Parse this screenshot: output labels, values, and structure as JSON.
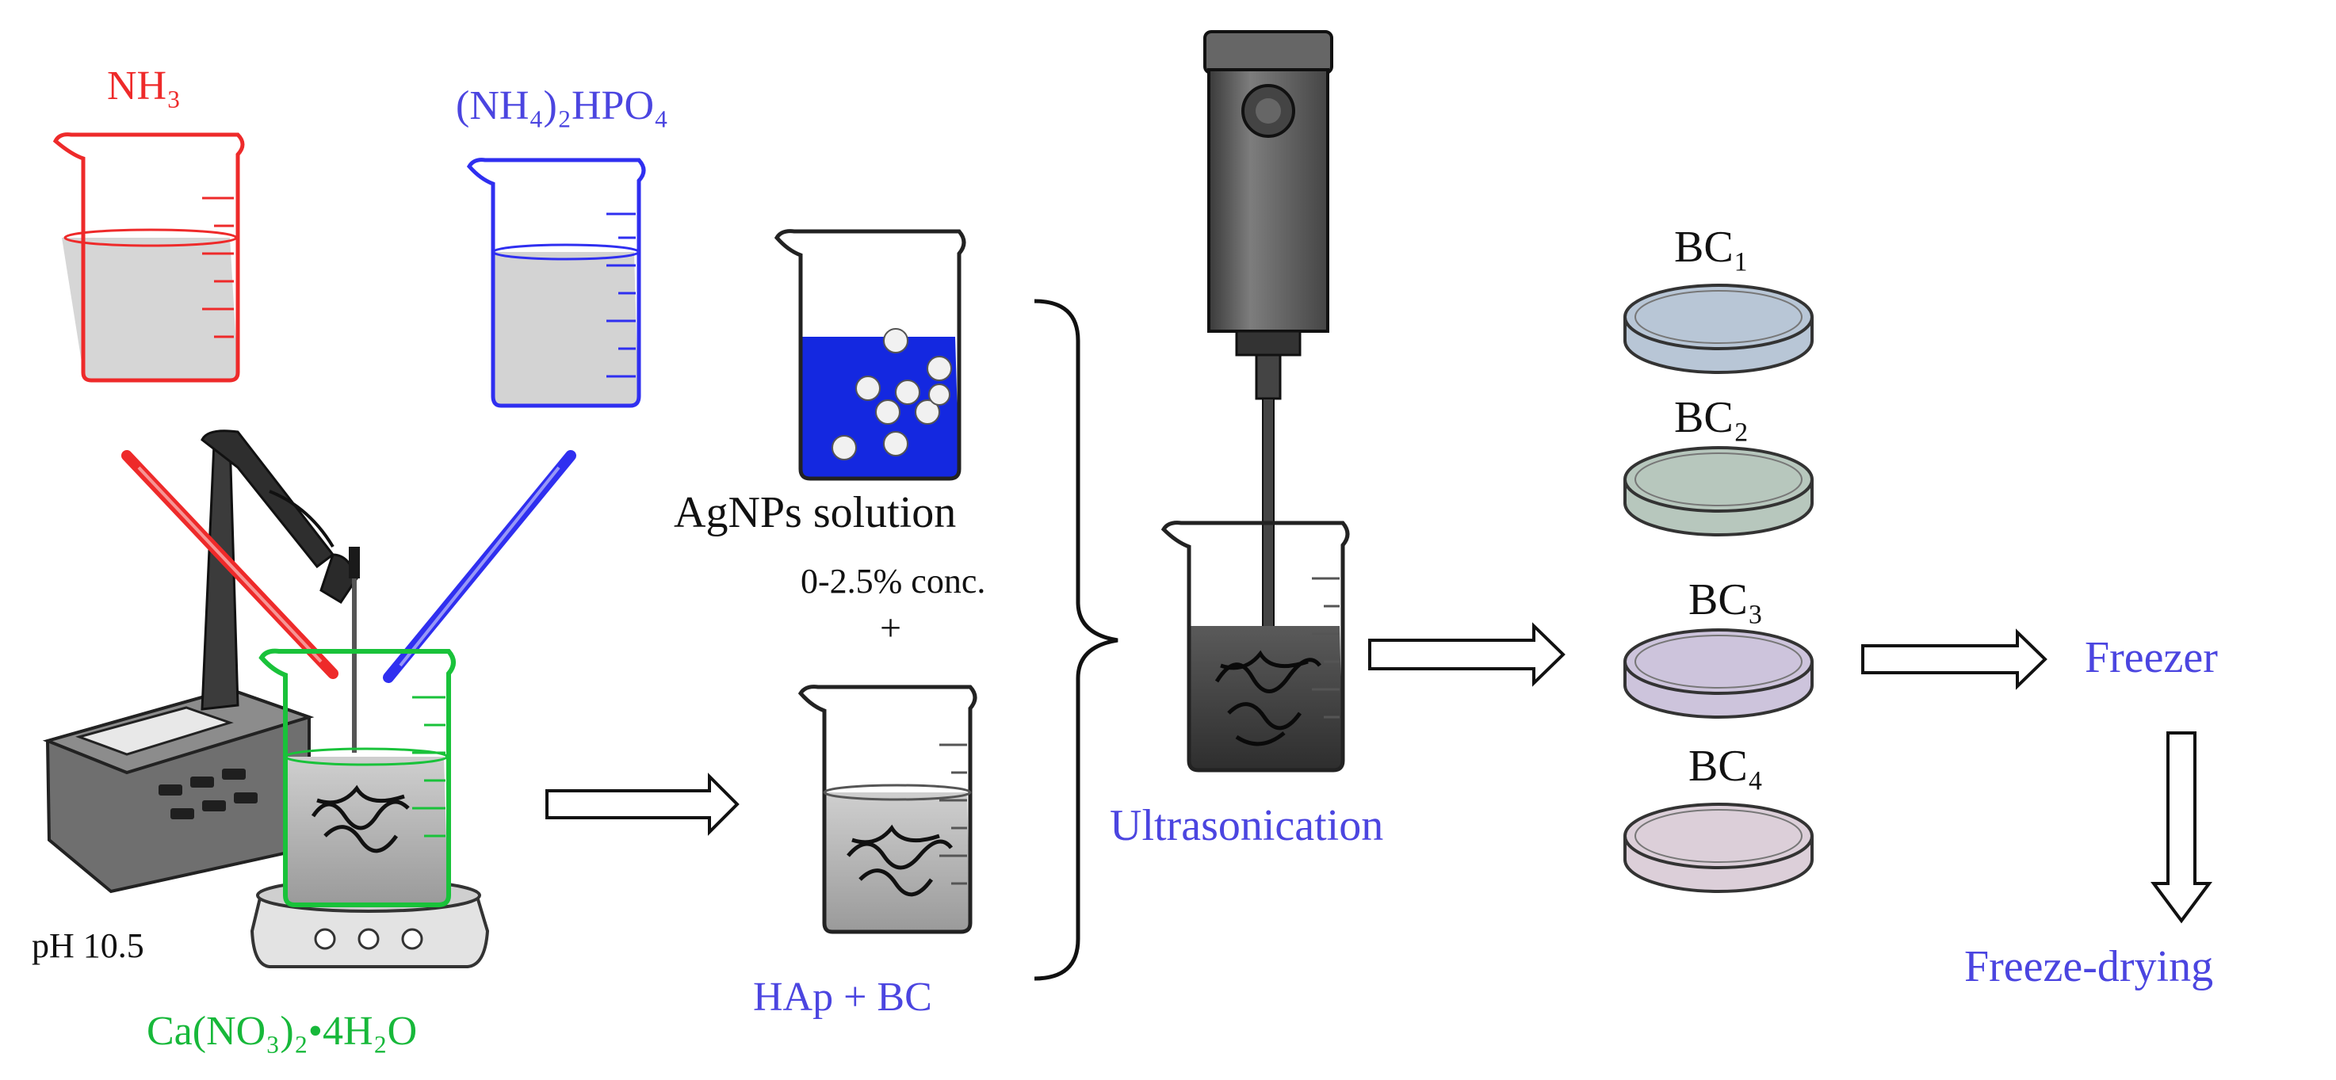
{
  "reagents": {
    "nh3": "NH₃",
    "phosphate": "(NH₄)₂HPO₄",
    "calcium": "Ca(NO₃)₂•4H₂O",
    "ph": "pH 10.5"
  },
  "mixing": {
    "agnps": "AgNPs solution",
    "conc": "0-2.5% conc.",
    "plus": "+",
    "hap_bc": "HAp + BC"
  },
  "process": {
    "ultrasonication": "Ultrasonication",
    "freezer": "Freezer",
    "freeze_drying": "Freeze-drying"
  },
  "samples": [
    "BC₁",
    "BC₂",
    "BC₃",
    "BC₄"
  ],
  "colors": {
    "red": "#ee2a2a",
    "blue": "#2f2ff0",
    "green": "#19c23a",
    "label_blue": "#4b45e0",
    "dish_fills": [
      "#b8c6d6",
      "#b7c7bd",
      "#cdc4dc",
      "#dccfd9"
    ]
  }
}
